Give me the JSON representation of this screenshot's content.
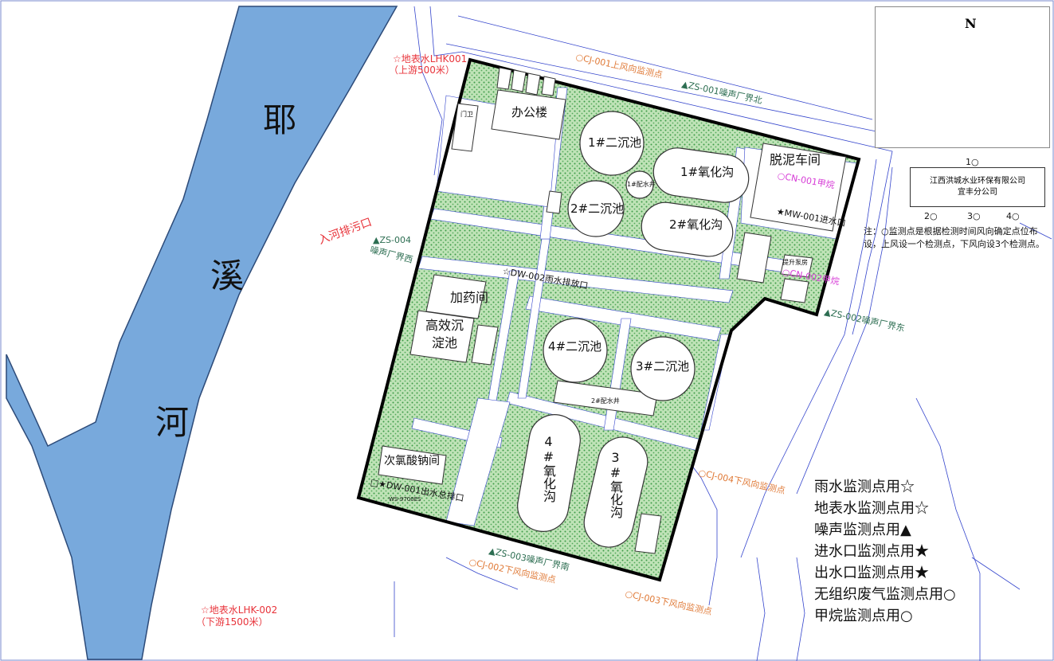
{
  "river": {
    "char1": "耶",
    "char2": "溪",
    "char3": "河"
  },
  "buildings": {
    "office": "办公楼",
    "sed1": "1#二沉池",
    "sed2": "2#二沉池",
    "sed3": "3#二沉池",
    "sed4": "4#二沉池",
    "ox1": "1#氧化沟",
    "ox2": "2#氧化沟",
    "ox3": "3#氧化沟",
    "ox4": "4#氧化沟",
    "dist1": "1#配水井",
    "dist2": "2#配水井",
    "dewater": "脱泥车间",
    "dosing": "加药间",
    "hiEff": "高效沉淀池",
    "hypo": "次氯酸钠间",
    "guard": "门卫",
    "pumpRoom": "提升泵房",
    "ws": "WS-9700ES"
  },
  "points": {
    "lhk001": "☆地表水LHK001",
    "lhk001sub": "（上游500米）",
    "lhk002": "☆地表水LHK-002",
    "lhk002sub": "（下游1500米）",
    "riverOutlet": "入河排污口",
    "cj001": "○CJ-001上风向监测点",
    "cj002": "○CJ-002下风向监测点",
    "cj003": "○CJ-003下风向监测点",
    "cj004": "○CJ-004下风向监测点",
    "zs001": "▲ZS-001噪声厂界北",
    "zs002": "▲ZS-002噪声厂界东",
    "zs003": "▲ZS-003噪声厂界南",
    "zs004a": "▲ZS-004",
    "zs004b": "噪声厂界西",
    "dw001": "□★DW-001出水总排口",
    "dw002": "☆DW-002雨水排放口",
    "mw001": "★MW-001进水口",
    "cn001": "○CN-001甲烷",
    "cn002": "○CN-002甲烷"
  },
  "compass": {
    "north": "N"
  },
  "company": {
    "line1": "江西洪城水业环保有限公司",
    "line2": "宜丰分公司",
    "c1": "1○",
    "c2": "2○",
    "c3": "3○",
    "c4": "4○"
  },
  "note": "注：○监测点是根据检测时间风向确定点位布设，上风设一个检测点，下风向设3个检测点。",
  "legend": [
    "雨水监测点用☆",
    "地表水监测点用☆",
    "噪声监测点用▲",
    "进水口监测点用★",
    "出水口监测点用★",
    "无组织废气监测点用○",
    "甲烷监测点用○"
  ],
  "colors": {
    "river": "#78a9dc",
    "green": "#a8d5a0",
    "boundary": "#000000",
    "road": "#3344cc",
    "red": "#e8333a",
    "orange": "#e07b39",
    "teal": "#2d6e52",
    "magenta": "#d63bd6"
  }
}
